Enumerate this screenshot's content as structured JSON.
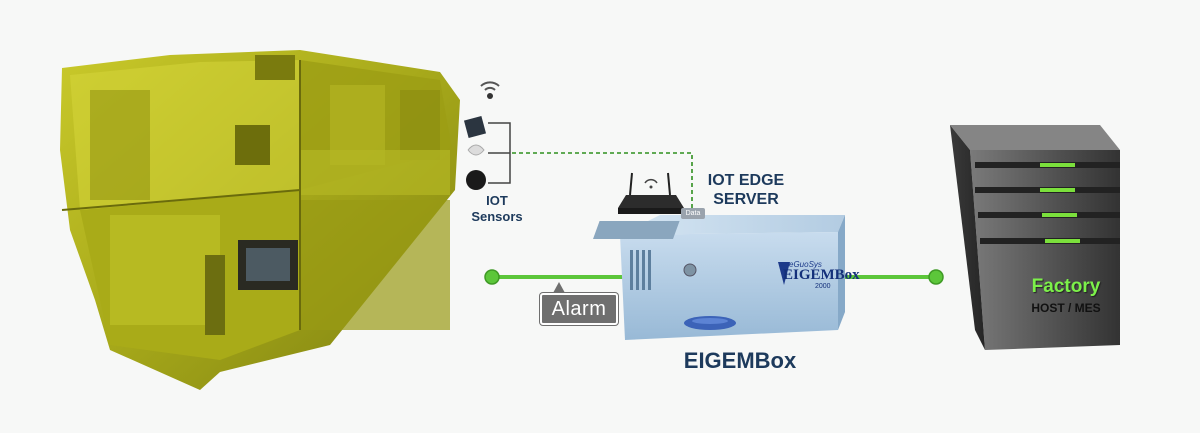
{
  "labels": {
    "sensors_line1": "IOT",
    "sensors_line2": "Sensors",
    "edge_line1": "IOT EDGE",
    "edge_line2": "SERVER",
    "alarm": "Alarm",
    "box": "EIGEMBox",
    "data_chip": "Data",
    "factory": "Factory",
    "host": "HOST / MES",
    "brand_small": "eGuoSys",
    "brand_big": "EIGEMBox",
    "brand_year": "2000"
  },
  "colors": {
    "link_green": "#5cc63a",
    "dashed_green": "#2f8f1e",
    "label_navy": "#1d3a5c",
    "server_gray": "#4b4b4b",
    "server_led": "#7be03c",
    "box_blue": "#b9d3e8",
    "machine_yellow": "#b8bb1e"
  }
}
